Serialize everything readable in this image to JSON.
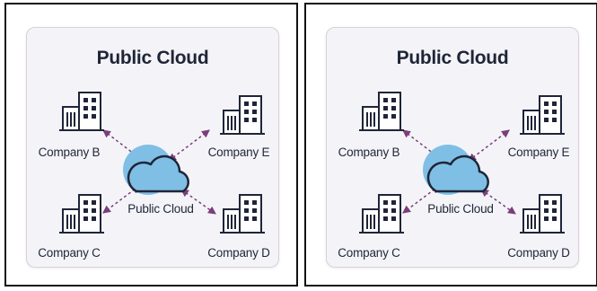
{
  "panels": [
    {
      "title": "Public Cloud",
      "center_label": "Public Cloud",
      "companies": {
        "b": "Company B",
        "e": "Company E",
        "c": "Company C",
        "d": "Company D"
      }
    },
    {
      "title": "Public Cloud",
      "center_label": "Public Cloud",
      "companies": {
        "b": "Company B",
        "e": "Company E",
        "c": "Company C",
        "d": "Company D"
      }
    }
  ],
  "colors": {
    "frame": "#111111",
    "card_bg": "#f4f4f8",
    "card_border": "#dccfd8",
    "text": "#1f2538",
    "cloud_circle": "#80bfe5",
    "arrow": "#7a3e7a"
  },
  "icons": [
    "building-icon",
    "cloud-icon"
  ]
}
